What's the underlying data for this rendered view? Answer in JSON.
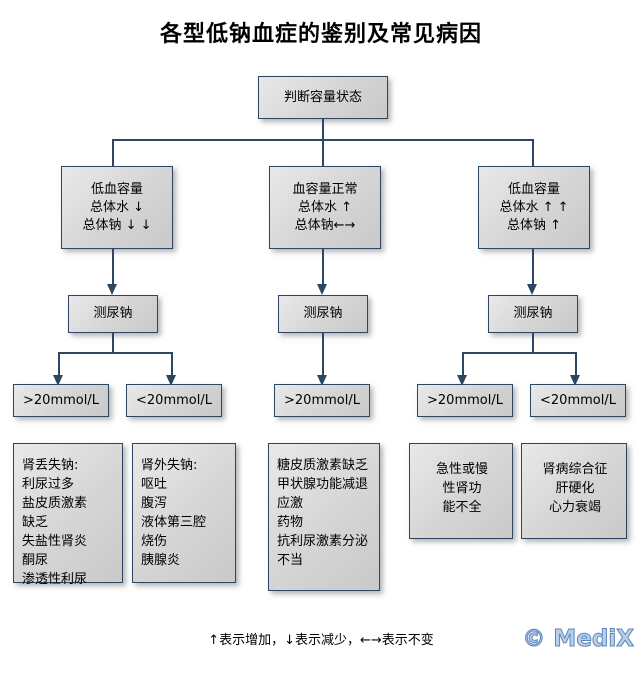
{
  "title": "各型低钠血症的鉴别及常见病因",
  "root": {
    "label": "判断容量状态"
  },
  "volume_states": [
    {
      "label": "低血容量\n总体水 ↓\n总体钠 ↓ ↓"
    },
    {
      "label": "血容量正常\n总体水 ↑\n总体钠←→"
    },
    {
      "label": "低血容量\n总体水 ↑ ↑\n总体钠 ↑"
    }
  ],
  "urine_sodium_tests": [
    {
      "label": "测尿钠"
    },
    {
      "label": "测尿钠"
    },
    {
      "label": "测尿钠"
    }
  ],
  "thresholds": [
    {
      "label": ">20mmol/L"
    },
    {
      "label": "<20mmol/L"
    },
    {
      "label": ">20mmol/L"
    },
    {
      "label": ">20mmol/L"
    },
    {
      "label": "<20mmol/L"
    }
  ],
  "causes": [
    {
      "label": "肾丢失钠:\n  利尿过多\n  盐皮质激素\n      缺乏\n  失盐性肾炎\n酮尿\n  渗透性利尿"
    },
    {
      "label": "肾外失钠:\n  呕吐\n  腹泻\n  液体第三腔\n  烧伤\n  胰腺炎"
    },
    {
      "label": "糖皮质激素缺乏\n甲状腺功能减退\n应激\n药物\n抗利尿激素分泌\n  不当"
    },
    {
      "label": "急性或慢\n性肾功\n能不全"
    },
    {
      "label": "肾病综合征\n肝硬化\n心力衰竭"
    }
  ],
  "footnote": "↑表示增加，↓表示减少，←→表示不变",
  "watermark": "© MediX",
  "colors": {
    "border": "#2d4663",
    "node_fill": "#d5d5d5",
    "connector": "#2d4663",
    "text": "#000000",
    "watermark": "#b9cfe8"
  }
}
